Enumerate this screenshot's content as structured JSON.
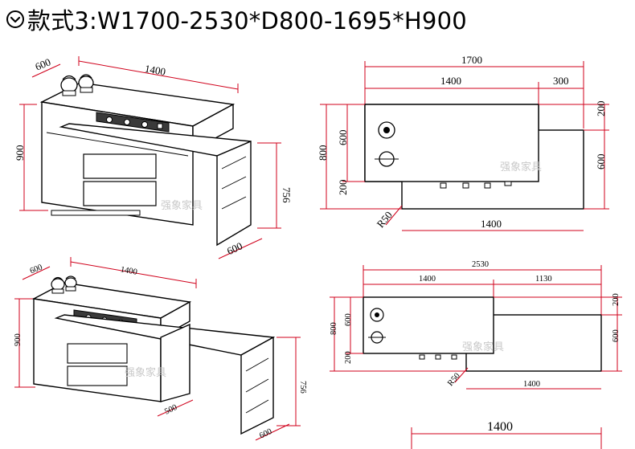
{
  "title": {
    "icon": "circle-chevron-down-icon",
    "text": "款式3:W1700-2530*D800-1695*H900"
  },
  "watermark": "强象家具",
  "colors": {
    "dimension_line": "#d0011b",
    "outline": "#000000",
    "watermark": "#c9c9c9"
  },
  "views": {
    "closed_3d": {
      "width": "1400",
      "depth": "600",
      "height": "900",
      "side_height": "756",
      "side_depth": "600"
    },
    "closed_plan": {
      "total_width": "1700",
      "counter_width": "1400",
      "extension_width": "300",
      "depth": "800",
      "counter_depth": "600",
      "front_offset": "200",
      "extension_offset": "200",
      "extension_depth": "600",
      "radius": "R50",
      "bottom_width": "1400"
    },
    "open_3d": {
      "width": "1400",
      "depth": "600",
      "height": "900",
      "side_height": "756",
      "gap": "500",
      "side_depth": "600"
    },
    "open_plan": {
      "total_width": "2530",
      "counter_width": "1400",
      "extension_width": "1130",
      "depth": "800",
      "counter_depth": "600",
      "front_offset": "200",
      "extension_offset": "200",
      "extension_depth": "600",
      "radius": "R50",
      "bottom_width": "1400"
    }
  },
  "footer": {
    "width": "1400"
  }
}
